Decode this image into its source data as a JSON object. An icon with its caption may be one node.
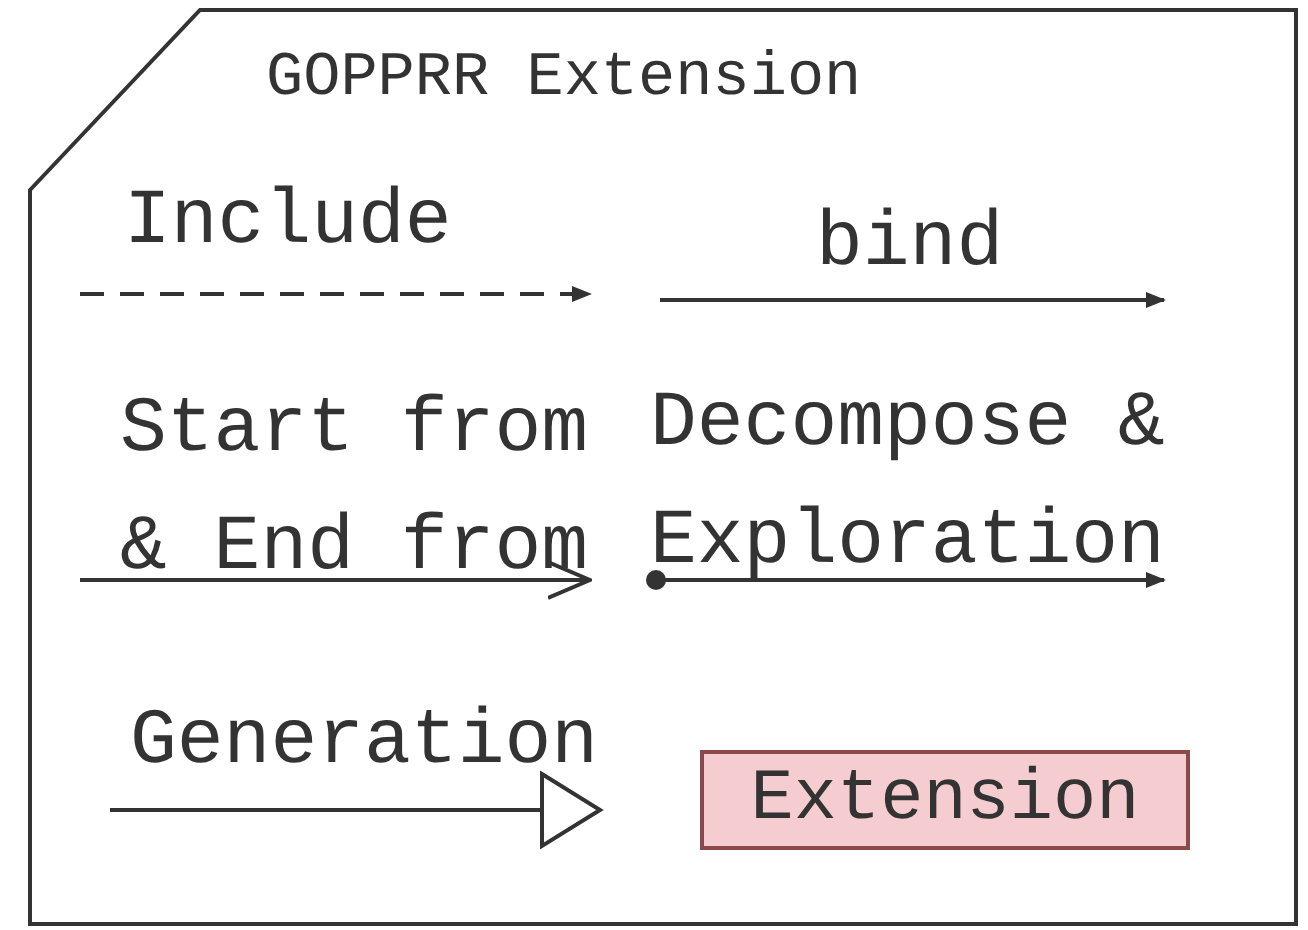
{
  "diagram": {
    "title": "GOPPRR Extension",
    "legend": [
      {
        "text": "Include"
      },
      {
        "text": "bind"
      },
      {
        "text": "Start from & End from"
      },
      {
        "text": "Decompose & Exploration"
      },
      {
        "text": "Generation"
      },
      {
        "text": "Extension",
        "color": "#f5cdd0"
      }
    ]
  }
}
